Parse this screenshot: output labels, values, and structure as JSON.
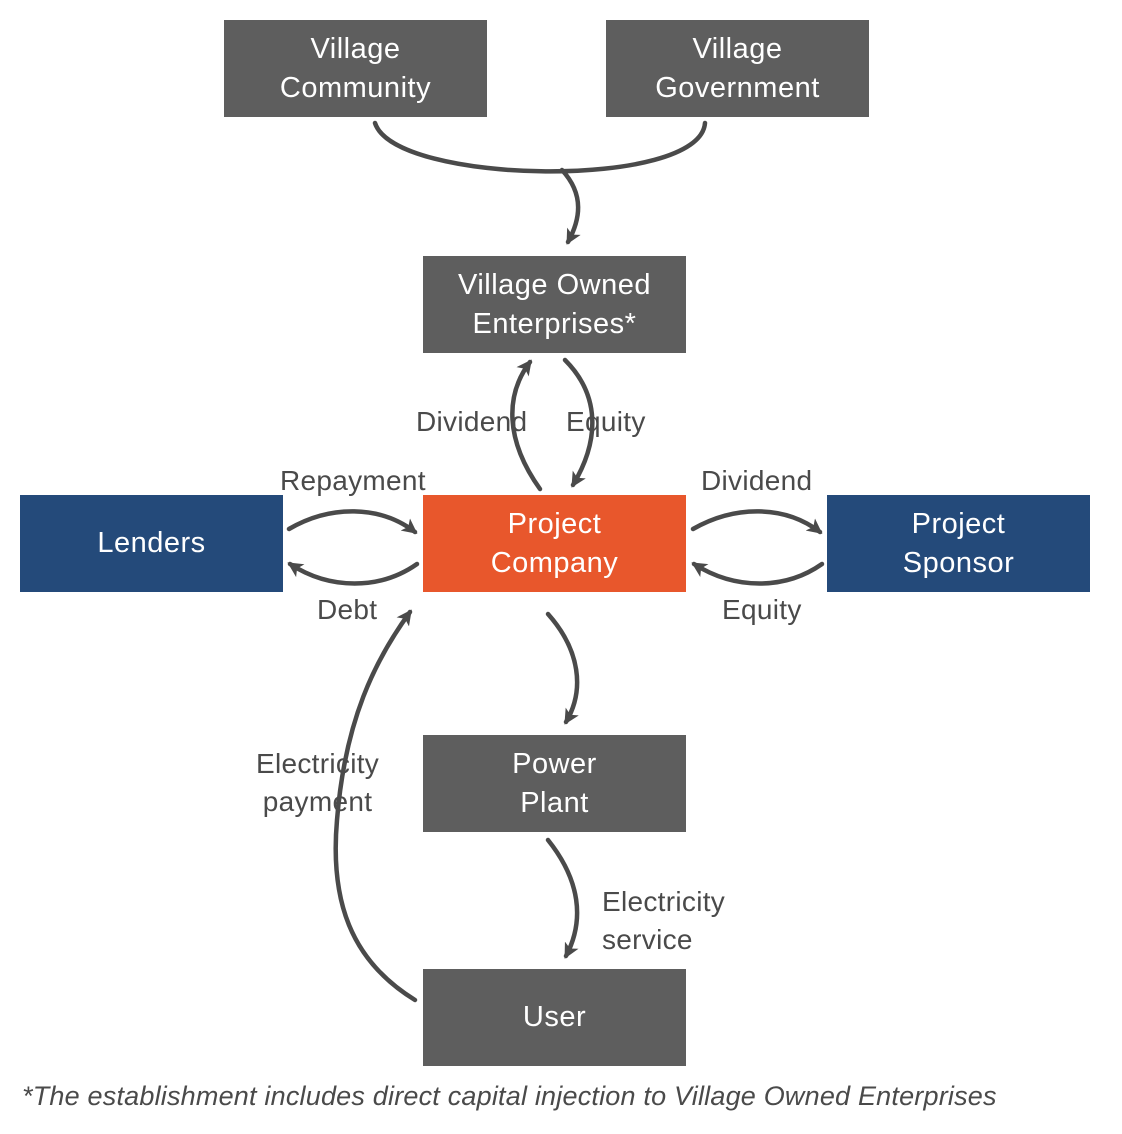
{
  "nodes": {
    "village_community": "Village\nCommunity",
    "village_government": "Village\nGovernment",
    "village_owned_enterprises": "Village Owned\nEnterprises*",
    "lenders": "Lenders",
    "project_company": "Project\nCompany",
    "project_sponsor": "Project\nSponsor",
    "power_plant": "Power\nPlant",
    "user": "User"
  },
  "labels": {
    "dividend_voe": "Dividend",
    "equity_voe": "Equity",
    "repayment": "Repayment",
    "debt": "Debt",
    "dividend_sponsor": "Dividend",
    "equity_sponsor": "Equity",
    "electricity_payment": "Electricity\npayment",
    "electricity_service": "Electricity\nservice"
  },
  "footnote": "*The establishment includes direct capital injection to Village Owned Enterprises",
  "colors": {
    "grey_box": "#5e5e5e",
    "blue_box": "#244a7a",
    "orange_box": "#e8572c",
    "arrow": "#4a4a4a"
  }
}
